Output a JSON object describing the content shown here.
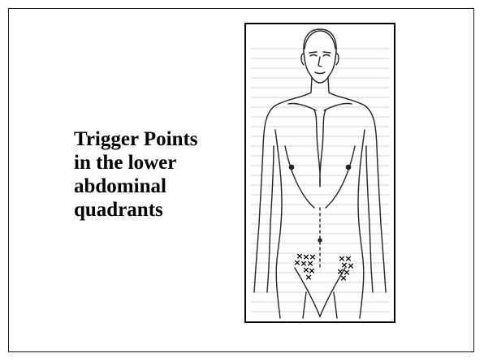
{
  "slide": {
    "title_lines": [
      "Trigger Points",
      "in the lower",
      "abdominal",
      "quadrants"
    ]
  },
  "figure": {
    "subject": "front-view human torso outline",
    "marker_symbol": "×",
    "marker_color": "#000000",
    "background_color": "#ffffff",
    "line_color": "#222222",
    "right_lower_quadrant_marker_count": 9,
    "left_lower_quadrant_marker_count": 7
  }
}
